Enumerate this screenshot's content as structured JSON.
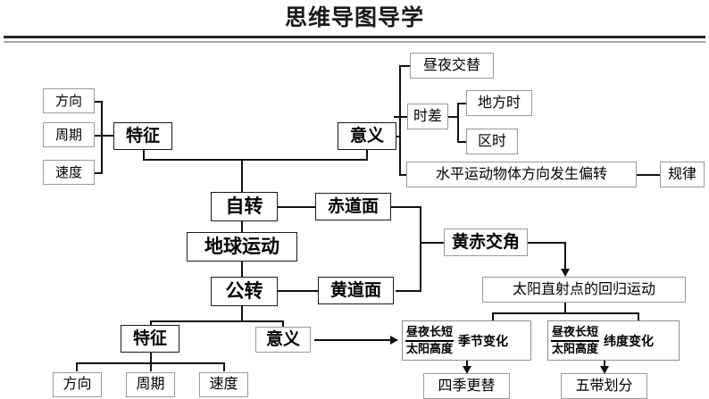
{
  "header": {
    "title": "思维导图导学"
  },
  "diagram": {
    "type": "mind-map",
    "root": "地球运动",
    "nodes": {
      "root": "地球运动",
      "rotation": "自转",
      "revolution": "公转",
      "rot_feature": "特征",
      "rot_feature_direction": "方向",
      "rot_feature_period": "周期",
      "rot_feature_speed": "速度",
      "rot_meaning": "意义",
      "daynight_alt": "昼夜交替",
      "time_diff": "时差",
      "local_time": "地方时",
      "zone_time": "区时",
      "deflection": "水平运动物体方向发生偏转",
      "law": "规律",
      "equatorial_plane": "赤道面",
      "ecliptic_plane": "黄道面",
      "obliquity": "黄赤交角",
      "sun_point_motion": "太阳直射点的回归运动",
      "rev_feature": "特征",
      "rev_feature_direction": "方向",
      "rev_feature_period": "周期",
      "rev_feature_speed": "速度",
      "rev_meaning": "意义",
      "seasonal_change": "季节变化",
      "latitude_change": "纬度变化",
      "four_seasons": "四季更替",
      "five_zones": "五带划分"
    },
    "fractions": [
      {
        "id": "seasonal",
        "numerator": "昼夜长短",
        "denominator": "太阳高度",
        "label": "季节变化",
        "result": "四季更替"
      },
      {
        "id": "latitude",
        "numerator": "昼夜长短",
        "denominator": "太阳高度",
        "label": "纬度变化",
        "result": "五带划分"
      }
    ],
    "edges": [
      {
        "from": "地球运动",
        "to": "自转"
      },
      {
        "from": "地球运动",
        "to": "公转"
      },
      {
        "from": "自转",
        "to": "特征"
      },
      {
        "from": "自转",
        "to": "意义"
      },
      {
        "from": "特征",
        "to": "方向"
      },
      {
        "from": "特征",
        "to": "周期"
      },
      {
        "from": "特征",
        "to": "速度"
      },
      {
        "from": "意义",
        "to": "昼夜交替"
      },
      {
        "from": "意义",
        "to": "时差"
      },
      {
        "from": "意义",
        "to": "水平运动物体方向发生偏转"
      },
      {
        "from": "时差",
        "to": "地方时"
      },
      {
        "from": "时差",
        "to": "区时"
      },
      {
        "from": "水平运动物体方向发生偏转",
        "to": "规律"
      },
      {
        "from": "自转",
        "to": "赤道面"
      },
      {
        "from": "公转",
        "to": "黄道面"
      },
      {
        "from": "赤道面",
        "to": "黄赤交角"
      },
      {
        "from": "黄道面",
        "to": "黄赤交角"
      },
      {
        "from": "黄赤交角",
        "to": "太阳直射点的回归运动",
        "arrow": true
      },
      {
        "from": "太阳直射点的回归运动",
        "to": "季节变化"
      },
      {
        "from": "太阳直射点的回归运动",
        "to": "纬度变化"
      },
      {
        "from": "季节变化",
        "to": "四季更替",
        "arrow": true
      },
      {
        "from": "纬度变化",
        "to": "五带划分",
        "arrow": true
      },
      {
        "from": "公转",
        "to": "特征"
      },
      {
        "from": "公转",
        "to": "意义"
      },
      {
        "from": "意义",
        "to": "季节变化",
        "arrow": true
      }
    ]
  }
}
